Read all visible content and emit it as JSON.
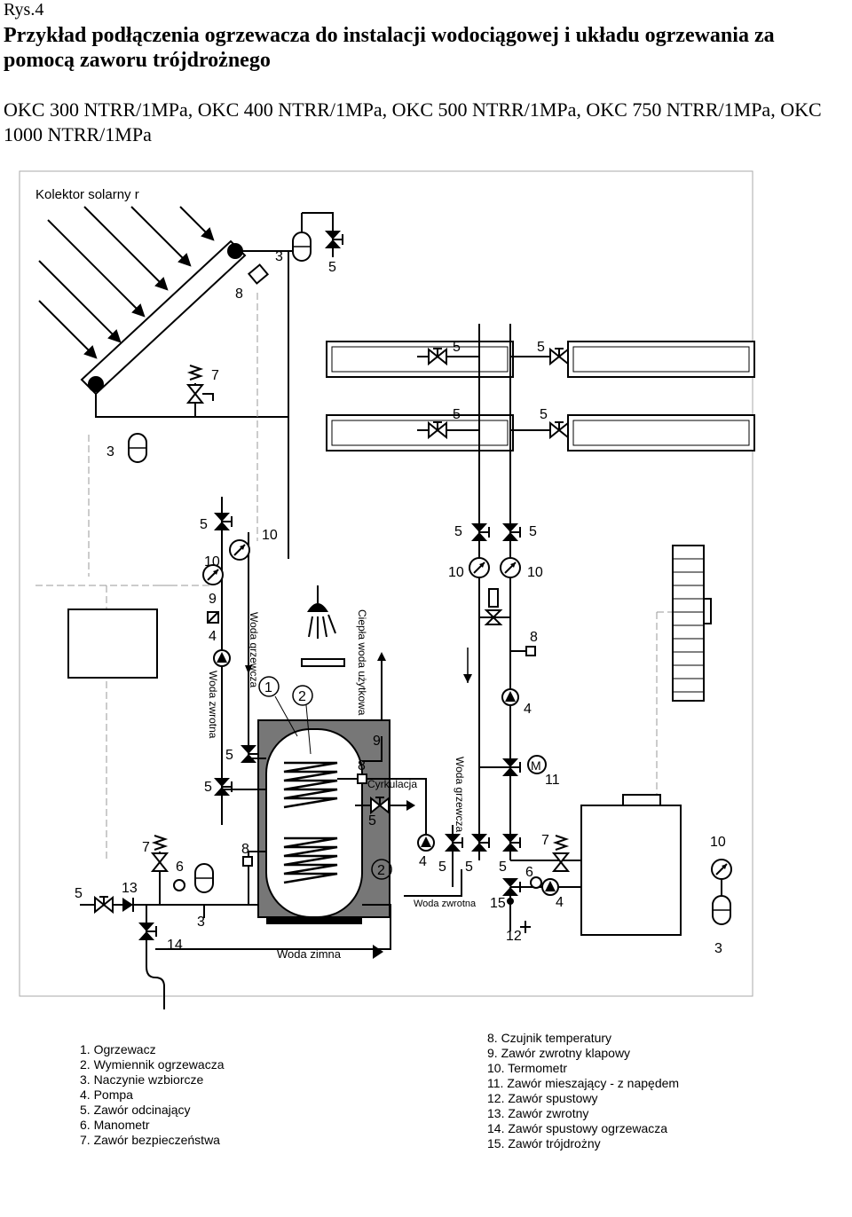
{
  "header": {
    "figure_label": "Rys.4",
    "title": "Przykład podłączenia ogrzewacza do instalacji wodociągowej i układu ogrzewania za pomocą zaworu trójdrożnego",
    "models": "OKC 300 NTRR/1MPa, OKC 400 NTRR/1MPa, OKC 500 NTRR/1MPa, OKC 750 NTRR/1MPa, OKC 1000 NTRR/1MPa"
  },
  "diagram": {
    "solar_label": "Kolektor solarny r",
    "lines": {
      "woda_grzewcza_left": "Woda grzewcza",
      "woda_zwrotna_left": "Woda zwrotna",
      "ciepla_woda": "Ciepła woda użytkowa",
      "woda_grzewcza_right": "Woda grzewcza",
      "cyrkulacja": "Cyrkulacja",
      "woda_zwrotna_bottom": "Woda zwrotna",
      "woda_zimna": "Woda zimna"
    },
    "numbers": {
      "n_3a": "3",
      "n_5a": "5",
      "n_8a": "8",
      "n_7a": "7",
      "n_5b": "5",
      "n_5c": "5",
      "n_5d": "5",
      "n_5e": "5",
      "n_3b": "3",
      "n_5f": "5",
      "n_10a": "10",
      "n_10b": "10",
      "n_9a": "9",
      "n_4a": "4",
      "n_5g": "5",
      "n_5h": "5",
      "n_10c": "10",
      "n_10d": "10",
      "n_8b": "8",
      "n_4b": "4",
      "n_1": "1",
      "n_2a": "2",
      "n_5i": "5",
      "n_5j": "5",
      "n_9b": "9",
      "n_8c": "8",
      "n_5k": "5",
      "n_M": "M",
      "n_11": "11",
      "n_7b": "7",
      "n_6a": "6",
      "n_13": "13",
      "n_5l": "5",
      "n_8d": "8",
      "n_3c": "3",
      "n_14": "14",
      "n_2b": "2",
      "n_4c": "4",
      "n_5m": "5",
      "n_5n": "5",
      "n_5o": "5",
      "n_6b": "6",
      "n_7c": "7",
      "n_15": "15",
      "n_4d": "4",
      "n_12": "12",
      "n_10e": "10",
      "n_3d": "3"
    }
  },
  "legend": {
    "left": [
      "1. Ogrzewacz",
      "2. Wymiennik ogrzewacza",
      "3. Naczynie wzbiorcze",
      "4. Pompa",
      "5. Zawór odcinający",
      "6. Manometr",
      "7. Zawór bezpieczeństwa"
    ],
    "right": [
      "8.  Czujnik temperatury",
      "9.  Zawór zwrotny klapowy",
      "10. Termometr",
      "11. Zawór mieszający - z napędem",
      "12. Zawór spustowy",
      "13. Zawór zwrotny",
      "14. Zawór spustowy ogrzewacza",
      "15. Zawór trójdrożny"
    ]
  }
}
